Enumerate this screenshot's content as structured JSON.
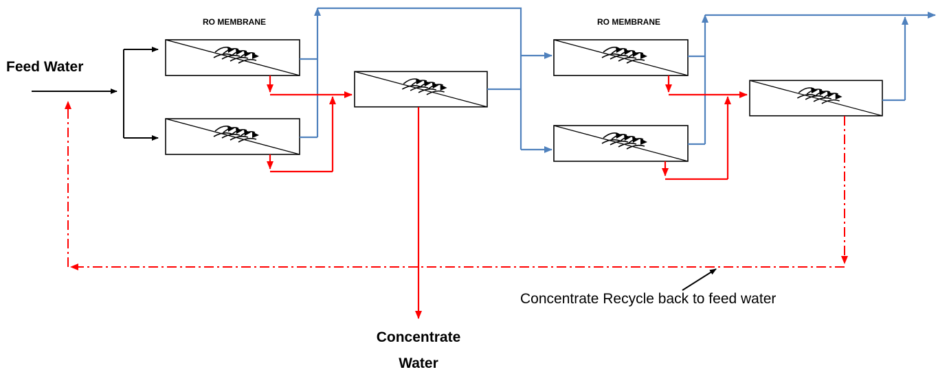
{
  "labels": {
    "feed_water": "Feed Water",
    "membrane_header": "RO MEMBRANE",
    "concentrate_line1": "Concentrate",
    "concentrate_line2": "Water",
    "recycle": "Concentrate Recycle back to feed water"
  },
  "colors": {
    "feed": "#000000",
    "permeate": "#4F81BD",
    "concentrate": "#FF0000"
  },
  "legend_of_lines": {
    "permeate": "blue",
    "concentrate": "red",
    "recycle": "red dash-dot"
  },
  "icons": {
    "membrane": "ro-membrane-icon"
  }
}
